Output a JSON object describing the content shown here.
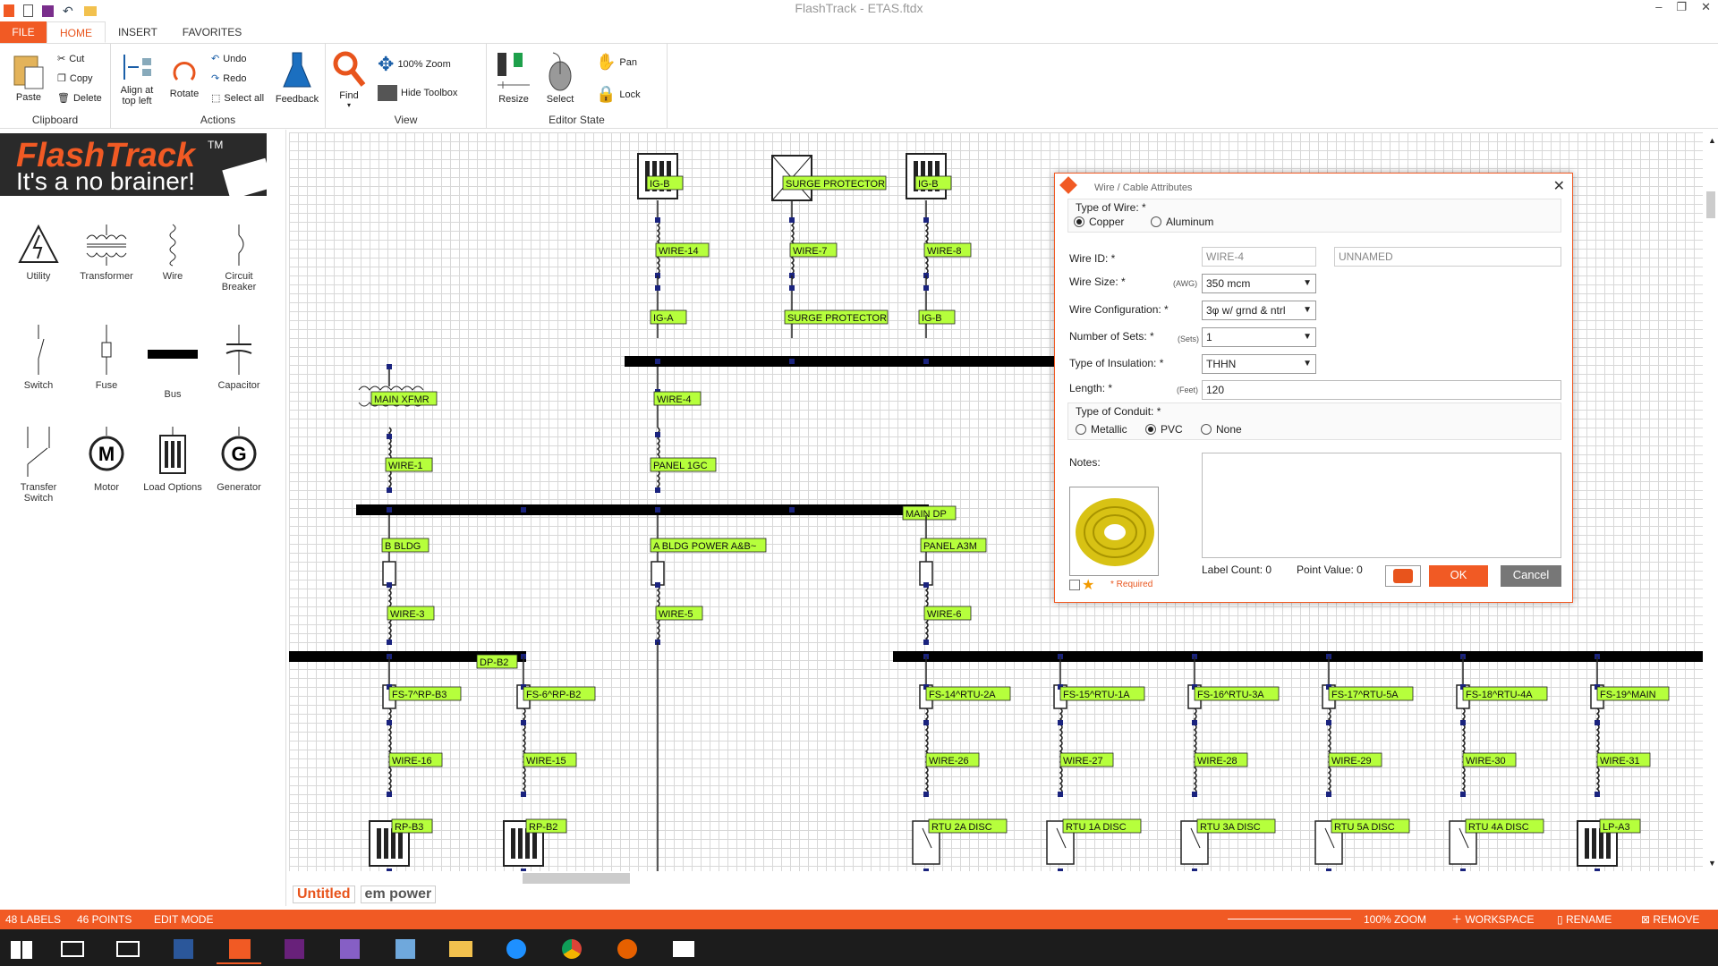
{
  "app": {
    "title": "FlashTrack - ETAS.ftdx"
  },
  "ribbon_tabs": [
    "FILE",
    "HOME",
    "INSERT",
    "FAVORITES"
  ],
  "ribbon": {
    "clipboard": {
      "group": "Clipboard",
      "paste": "Paste",
      "cut": "Cut",
      "copy": "Copy",
      "delete": "Delete"
    },
    "actions": {
      "group": "Actions",
      "align": "Align at top left",
      "rotate": "Rotate",
      "undo": "Undo",
      "redo": "Redo",
      "select_all": "Select all",
      "feedback": "Feedback"
    },
    "view": {
      "group": "View",
      "find": "Find",
      "zoom": "100% Zoom",
      "hide_toolbox": "Hide Toolbox"
    },
    "editor_state": {
      "group": "Editor State",
      "resize": "Resize",
      "select": "Select",
      "pan": "Pan",
      "lock": "Lock"
    }
  },
  "logo": {
    "name": "FlashTrack",
    "tm": "TM",
    "tagline": "It's a no brainer!"
  },
  "toolbox": [
    "Utility",
    "Transformer",
    "Wire",
    "Circuit Breaker",
    "Switch",
    "Fuse",
    "Bus",
    "Capacitor",
    "Transfer Switch",
    "Motor",
    "Load Options",
    "Generator"
  ],
  "diagram_labels": {
    "top": [
      "IG-B",
      "SURGE PROTECTOR",
      "IG-B"
    ],
    "wires_top": [
      "WIRE-14",
      "WIRE-7",
      "WIRE-8"
    ],
    "mid_top": [
      "IG-A",
      "SURGE PROTECTOR",
      "IG-B"
    ],
    "main_xfmr": "MAIN XFMR",
    "wire4": "WIRE-4",
    "wire1": "WIRE-1",
    "panel1gc": "PANEL 1GC",
    "main_dp": "MAIN DP",
    "b_bldg": "B BLDG",
    "a_bldg": "A BLDG POWER A&B~",
    "panel_a3m": "PANEL A3M",
    "wire3": "WIRE-3",
    "wire5": "WIRE-5",
    "wire6": "WIRE-6",
    "dp_b2": "DP-B2",
    "fuses": [
      "FS-7^RP-B3",
      "FS-6^RP-B2",
      "FS-14^RTU-2A",
      "FS-15^RTU-1A",
      "FS-16^RTU-3A",
      "FS-17^RTU-5A",
      "FS-18^RTU-4A",
      "FS-19^MAIN"
    ],
    "wires_low": [
      "WIRE-16",
      "WIRE-15",
      "WIRE-26",
      "WIRE-27",
      "WIRE-28",
      "WIRE-29",
      "WIRE-30",
      "WIRE-31"
    ],
    "loads": [
      "RP-B3",
      "RP-B2",
      "RTU 2A DISC",
      "RTU 1A DISC",
      "RTU 3A DISC",
      "RTU 5A DISC",
      "RTU 4A DISC",
      "LP-A3"
    ]
  },
  "dialog": {
    "title": "Wire / Cable Attributes",
    "type_of_wire": "Type of Wire: *",
    "copper": "Copper",
    "aluminum": "Aluminum",
    "wire_id_label": "Wire ID: *",
    "wire_id": "WIRE-4",
    "unnamed": "UNNAMED",
    "wire_size_label": "Wire Size: *",
    "awg": "(AWG)",
    "wire_size": "350 mcm",
    "wire_config_label": "Wire Configuration: *",
    "wire_config": "3φ w/ grnd & ntrl",
    "sets_label": "Number of Sets: *",
    "sets_unit": "(Sets)",
    "sets": "1",
    "insulation_label": "Type of Insulation: *",
    "insulation": "THHN",
    "length_label": "Length: *",
    "feet": "(Feet)",
    "length": "120",
    "conduit_label": "Type of Conduit: *",
    "metallic": "Metallic",
    "pvc": "PVC",
    "none": "None",
    "notes_label": "Notes:",
    "required": "* Required",
    "label_count": "Label Count:  0",
    "point_value": "Point Value:  0",
    "ok": "OK",
    "cancel": "Cancel"
  },
  "doc_tabs": [
    "Untitled",
    "em power"
  ],
  "status": {
    "labels": "48  LABELS",
    "points": "46  POINTS",
    "mode": "EDIT MODE",
    "zoom": "100% ZOOM",
    "workspace": "WORKSPACE",
    "rename": "RENAME",
    "remove": "REMOVE"
  },
  "colors": {
    "accent": "#f15a24",
    "label_bg": "#b6ff3c",
    "bus": "#000000"
  }
}
